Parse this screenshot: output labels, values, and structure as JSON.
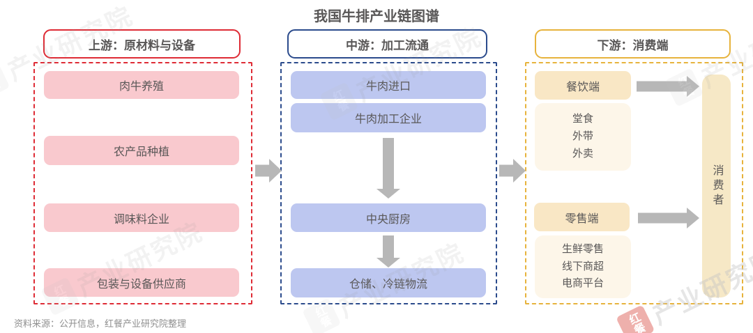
{
  "title": "我国牛排产业链图谱",
  "upstream": {
    "header": "上游：原材料与设备",
    "boxes": [
      "肉牛养殖",
      "农产品种植",
      "调味料企业",
      "包装与设备供应商"
    ]
  },
  "midstream": {
    "header": "中游：加工流通",
    "boxes": [
      "牛肉进口",
      "牛肉加工企业",
      "中央厨房",
      "仓储、冷链物流"
    ]
  },
  "downstream": {
    "header": "下游：消费端",
    "catering": {
      "label": "餐饮端",
      "channels": [
        "堂食",
        "外带",
        "外卖"
      ]
    },
    "retail": {
      "label": "零售端",
      "channels": [
        "生鲜零售",
        "线下商超",
        "电商平台"
      ]
    },
    "consumer": "消费者"
  },
  "footer": {
    "source": "资料来源：公开信息，红餐产业研究院整理"
  },
  "watermark": {
    "logo": "红餐",
    "text": "产业研究院"
  },
  "colors": {
    "upstream_accent": "#DE2B35",
    "upstream_fill": "#F9C9CE",
    "midstream_accent": "#2B4B8C",
    "midstream_fill": "#BDC7F0",
    "downstream_accent": "#E7B33C",
    "downstream_fill": "#F9E7C5",
    "downstream_fill_light": "#FDF6E9",
    "consumer_fill": "#F6E8C6",
    "arrow": "#B7B7B7",
    "text": "#595757"
  }
}
